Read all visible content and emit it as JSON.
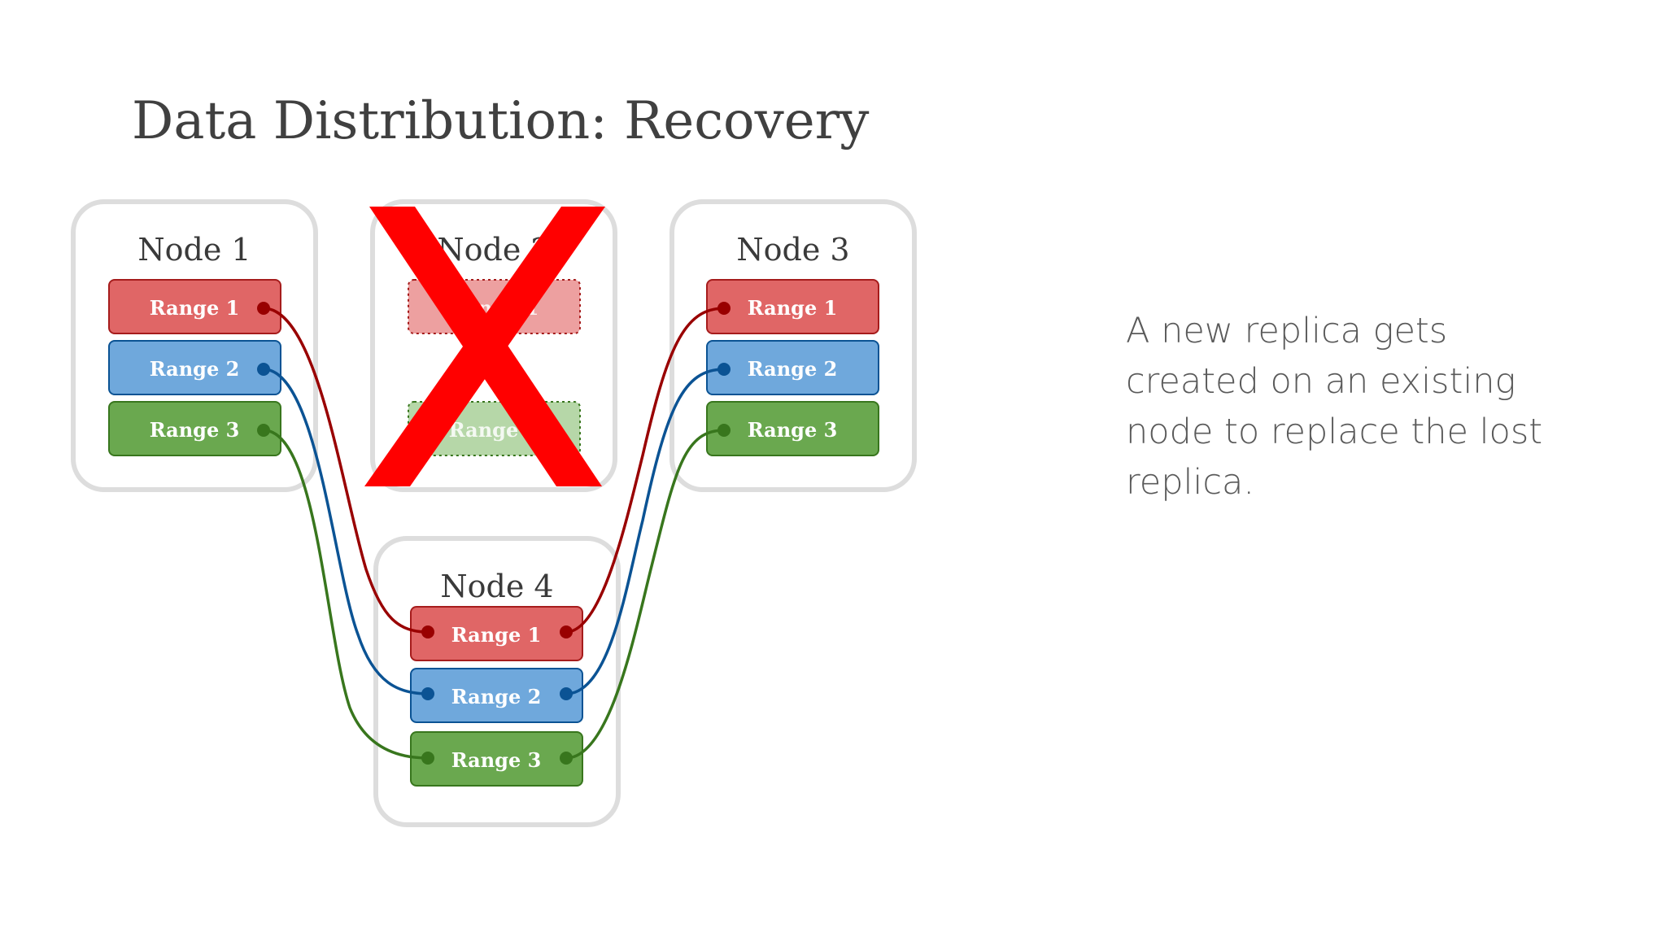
{
  "title": "Data Distribution: Recovery",
  "description": "A new replica gets created on an existing node to replace the lost replica.",
  "colors": {
    "range1_fill": "#e06666",
    "range1_stroke": "#a61c1c",
    "range2_fill": "#6fa8dc",
    "range2_stroke": "#0b5394",
    "range3_fill": "#6aa84f",
    "range3_stroke": "#38761d",
    "range1_link": "#990000",
    "range2_link": "#0b5394",
    "range3_link": "#38761d",
    "failure_cross": "#ff0000",
    "node_border": "#dddddd"
  },
  "nodes": [
    {
      "label": "Node 1",
      "status": "healthy",
      "ranges": [
        "Range 1",
        "Range 2",
        "Range 3"
      ]
    },
    {
      "label": "Node 2",
      "status": "failed",
      "ranges": [
        "Range 1",
        "",
        "Range 3"
      ]
    },
    {
      "label": "Node 3",
      "status": "healthy",
      "ranges": [
        "Range 1",
        "Range 2",
        "Range 3"
      ]
    },
    {
      "label": "Node 4",
      "status": "healthy",
      "ranges": [
        "Range 1",
        "Range 2",
        "Range 3"
      ]
    }
  ]
}
